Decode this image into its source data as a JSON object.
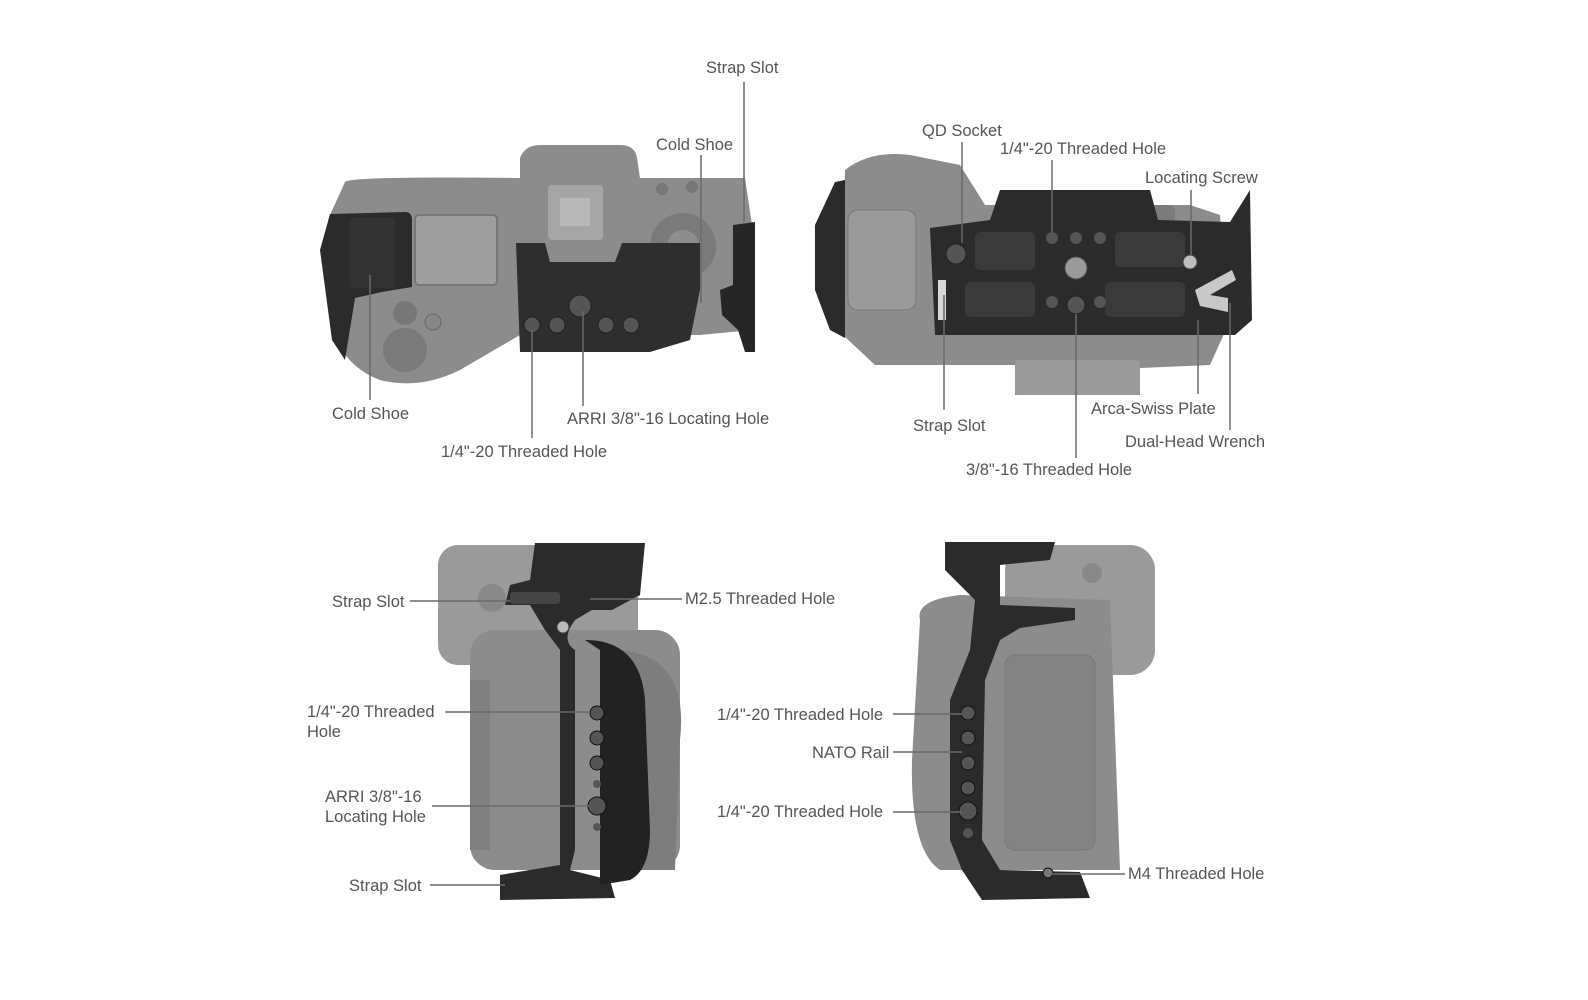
{
  "colors": {
    "camera_body": "#8c8c8c",
    "camera_dark": "#6e6e6e",
    "cage_black": "#2b2b2b",
    "cage_edge": "#1a1a1a",
    "leader_line": "#6a6a6a",
    "label_text": "#555555"
  },
  "views": {
    "top": {
      "labels": {
        "strap_slot": "Strap Slot",
        "cold_shoe_right": "Cold Shoe",
        "cold_shoe_left": "Cold Shoe",
        "arri_hole": "ARRI 3/8\"-16 Locating Hole",
        "threaded_hole": "1/4\"-20 Threaded Hole"
      }
    },
    "bottom": {
      "labels": {
        "qd_socket": "QD Socket",
        "threaded_hole_top": "1/4\"-20 Threaded Hole",
        "locating_screw": "Locating Screw",
        "strap_slot": "Strap Slot",
        "arca_plate": "Arca-Swiss Plate",
        "wrench": "Dual-Head Wrench",
        "threaded_hole_38": "3/8\"-16 Threaded Hole"
      }
    },
    "side_left": {
      "labels": {
        "strap_slot_top": "Strap Slot",
        "m25_hole": "M2.5 Threaded Hole",
        "threaded_hole": "1/4\"-20 Threaded Hole",
        "arri_hole": "ARRI 3/8\"-16 Locating Hole",
        "strap_slot_bottom": "Strap Slot"
      }
    },
    "side_right": {
      "labels": {
        "threaded_hole_top": "1/4\"-20 Threaded Hole",
        "nato_rail": "NATO Rail",
        "threaded_hole_bottom": "1/4\"-20 Threaded Hole",
        "m4_hole": "M4 Threaded Hole"
      }
    }
  }
}
